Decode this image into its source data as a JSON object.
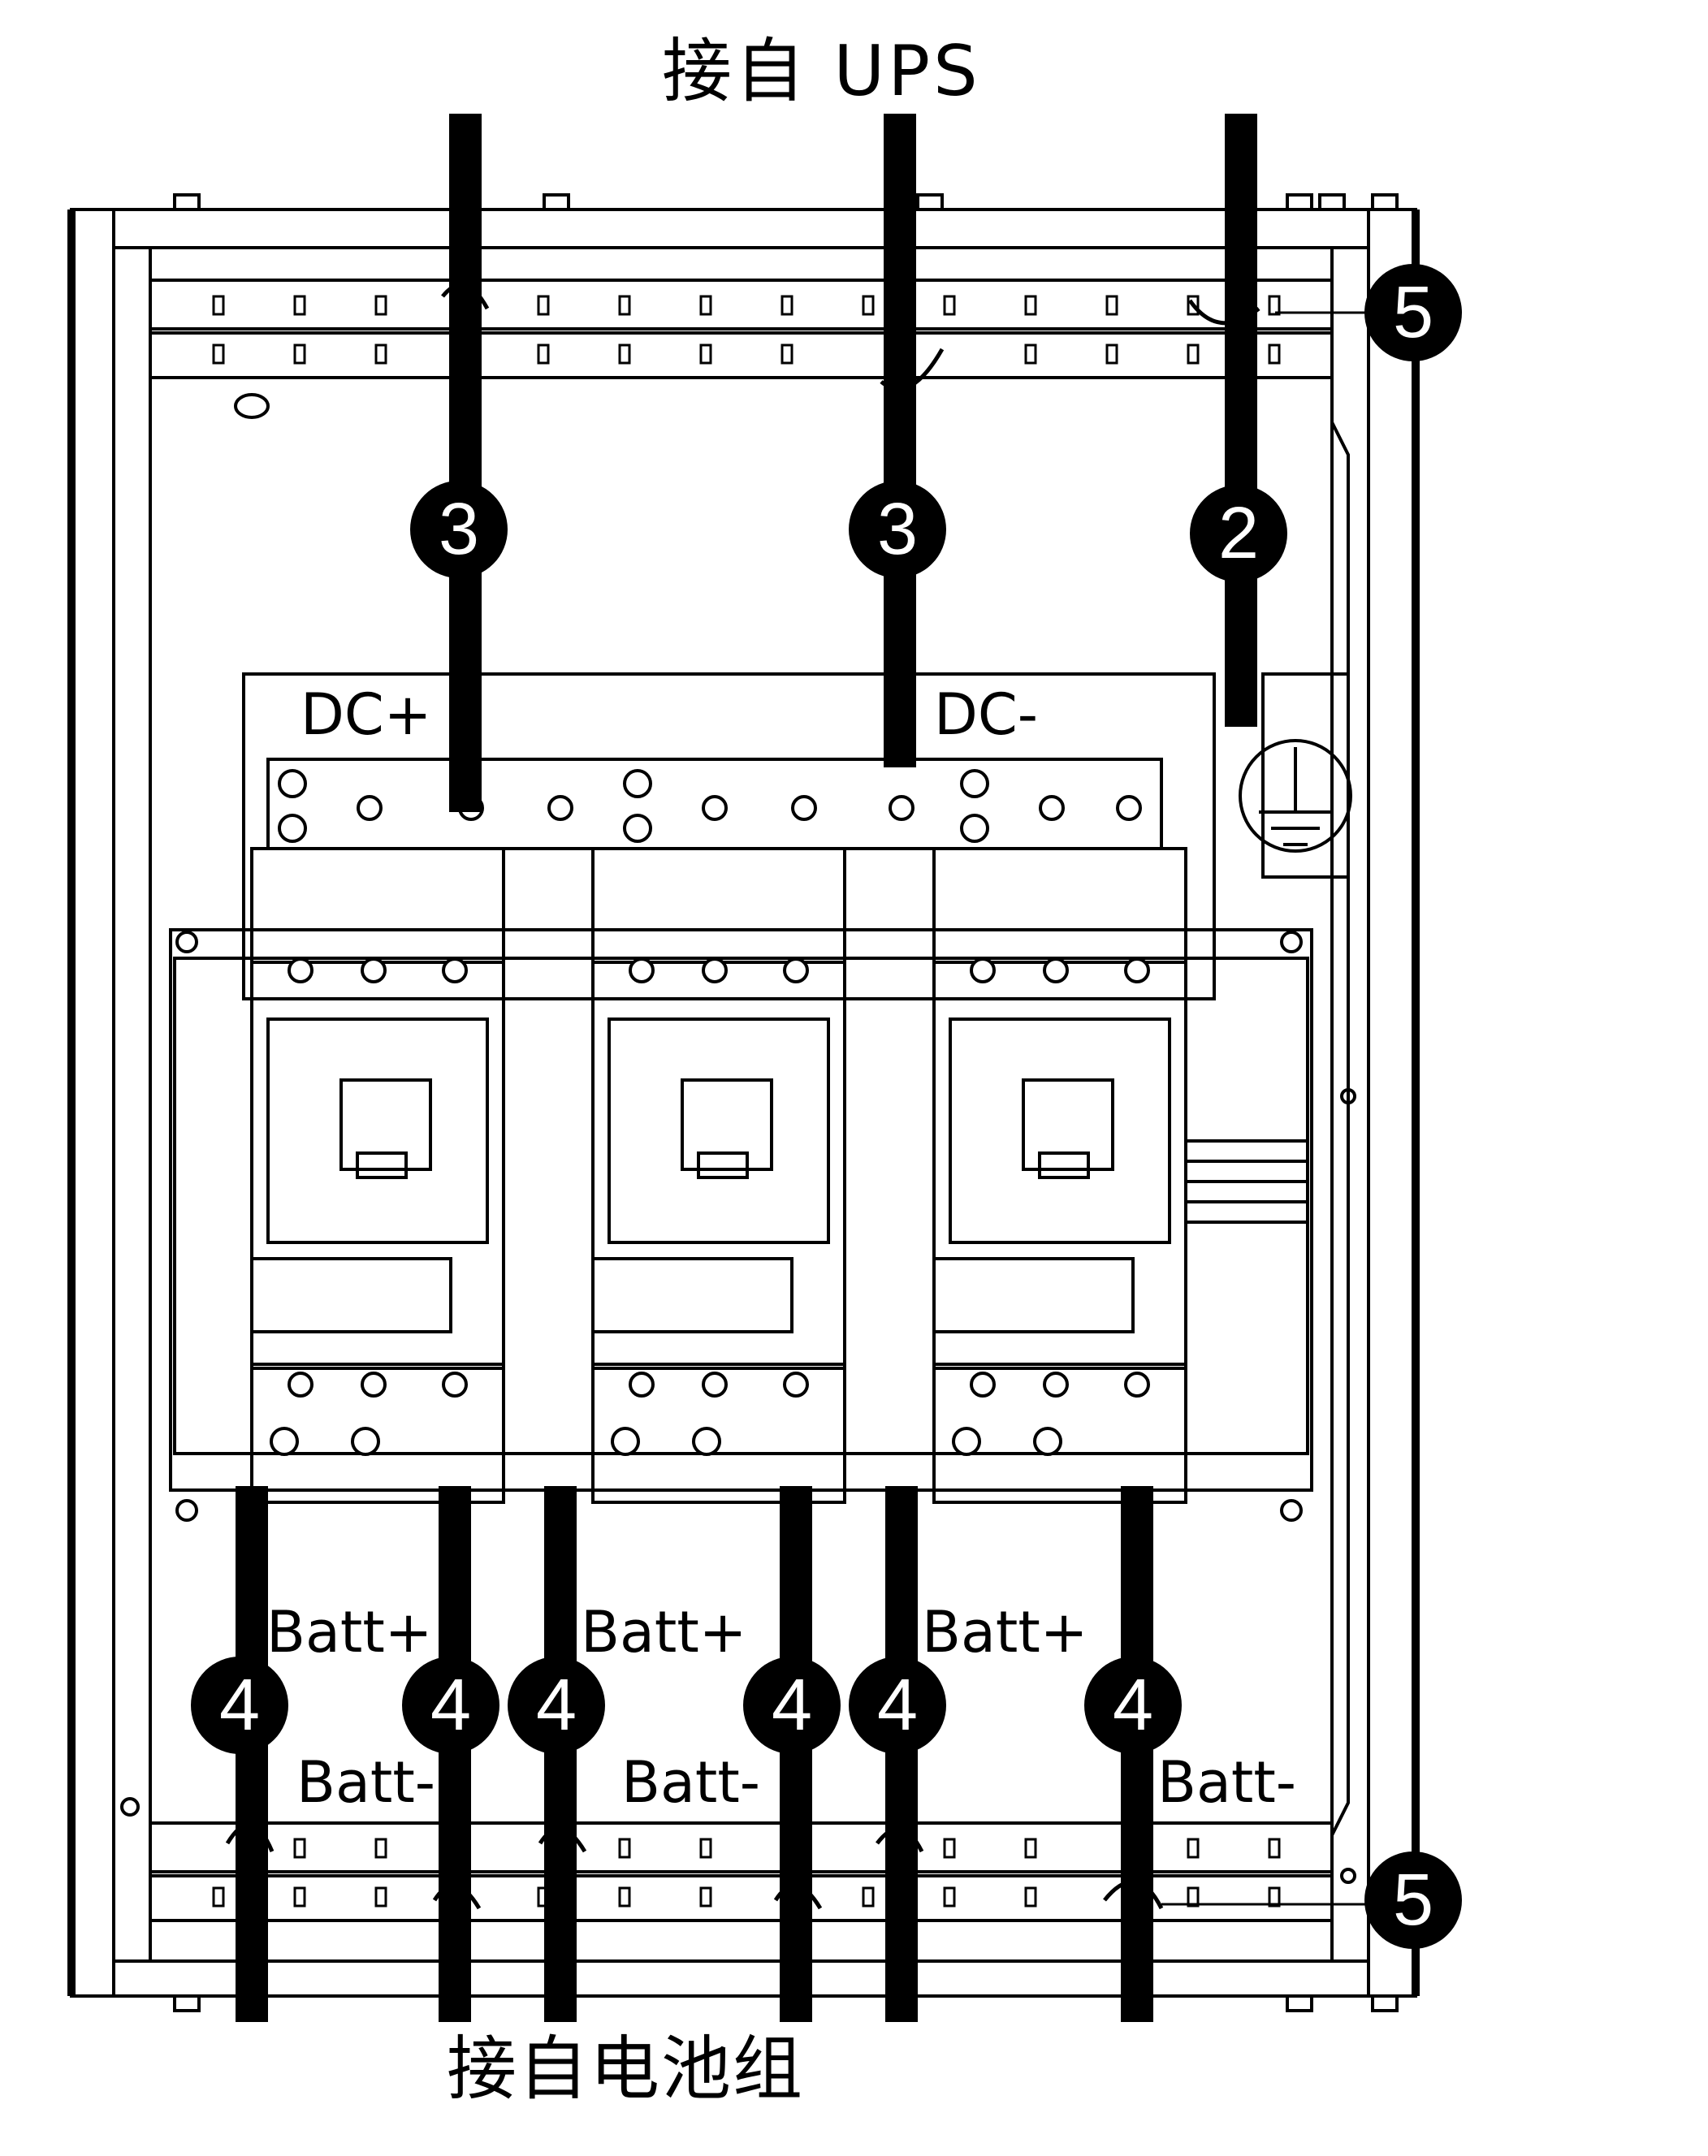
{
  "labels": {
    "top_source": "接自  UPS",
    "bottom_source": "接自电池组",
    "dc_plus": "DC+",
    "dc_minus": "DC-",
    "batt_plus": "Batt+",
    "batt_minus": "Batt-"
  },
  "callouts": {
    "ground_cable": "2",
    "dc_cable": "3",
    "battery_cable": "4",
    "cable_tie": "5"
  },
  "icons": [
    "ground-icon"
  ]
}
